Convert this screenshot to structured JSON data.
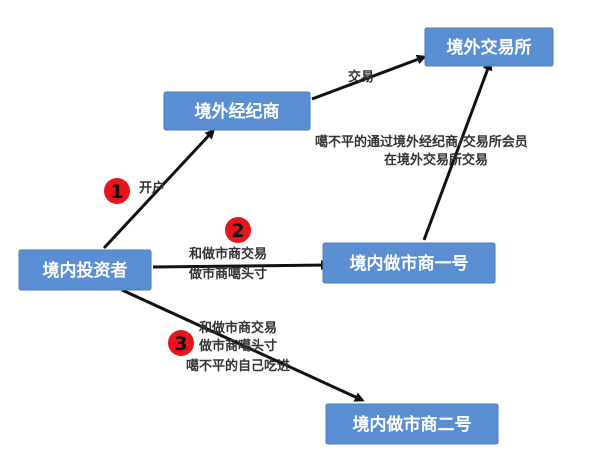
{
  "nodes": {
    "domestic_investor": "境内投资者",
    "overseas_broker": "境外经纪商",
    "overseas_exchange": "境外交易所",
    "market_maker_1": "境内做市商一号",
    "market_maker_2": "境内做市商二号"
  },
  "edges": {
    "open_account": {
      "badge": "1",
      "lines": [
        "开户"
      ]
    },
    "broker_to_exchange": {
      "lines": [
        "交易"
      ]
    },
    "maker1_to_exchange": {
      "lines": [
        "噶不平的通过境外经纪商/交易所会员",
        "在境外交易所交易"
      ]
    },
    "investor_to_maker1": {
      "badge": "2",
      "lines": [
        "和做市商交易",
        "做市商噶头寸"
      ]
    },
    "investor_to_maker2": {
      "badge": "3",
      "lines": [
        "和做市商交易",
        "做市商噶头寸",
        "噶不平的自己吃进"
      ]
    }
  },
  "colors": {
    "node_fill": "#5b8fd3",
    "badge": "#e8141c",
    "arrow": "#111111"
  }
}
